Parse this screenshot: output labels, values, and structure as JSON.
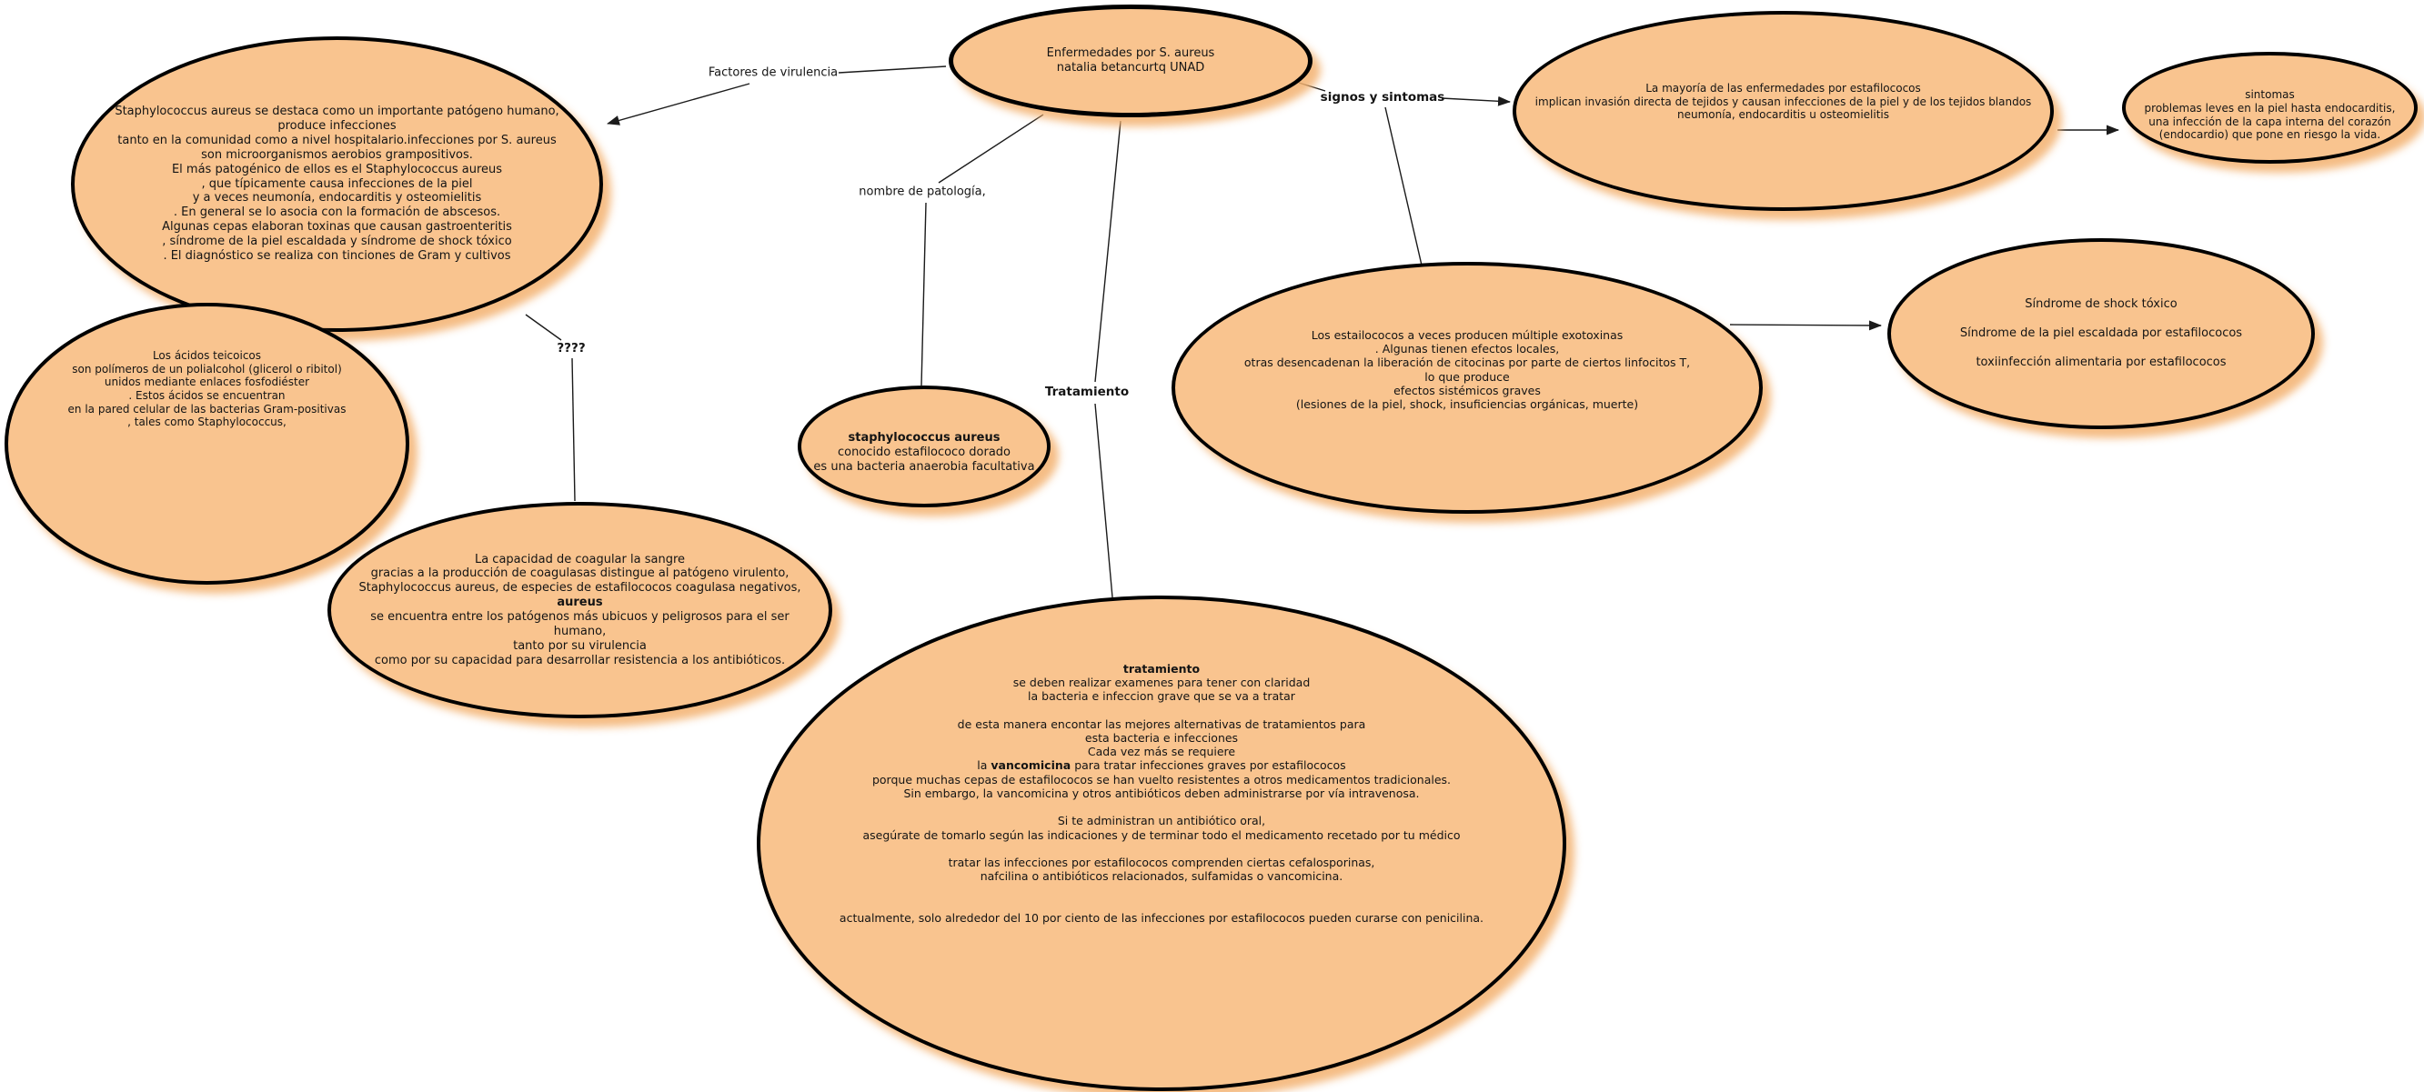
{
  "title": "Enfermedades por S. aureus - mapa conceptual",
  "colors": {
    "node_fill": "#F9C48F",
    "node_border": "#000000",
    "node_shadow": "#F3B270",
    "edge_line": "#1b1b1b",
    "text": "#141414",
    "background": "#ffffff"
  },
  "nodes": {
    "central": {
      "lines": [
        "Enfermedades por S. aureus",
        "natalia betancurtq  UNAD"
      ]
    },
    "left_big": {
      "lines": [
        "Staphylococcus aureus se destaca como un importante patógeno humano,",
        "produce infecciones",
        "tanto en la comunidad como a nivel hospitalario.infecciones por S. aureus",
        "son microorganismos aerobios grampositivos.",
        "El más patogénico de ellos es el Staphylococcus aureus",
        ", que típicamente causa infecciones de la piel",
        "y a veces neumonía, endocarditis y osteomielitis",
        ". En general se lo asocia con la formación de abscesos.",
        "Algunas cepas elaboran toxinas que causan gastroenteritis",
        ", síndrome de la piel escaldada y síndrome de shock tóxico",
        ". El diagnóstico se realiza con tinciones de Gram y cultivos"
      ]
    },
    "teicoicos": {
      "lines": [
        "Los ácidos teicoicos",
        "son polímeros de un polialcohol (glicerol o ribitol)",
        "unidos mediante enlaces fosfodiéster",
        ". Estos ácidos se encuentran",
        "en la pared celular de las bacterias Gram-positivas",
        ", tales como Staphylococcus,"
      ]
    },
    "coagular": {
      "lines": [
        "La capacidad de coagular la sangre",
        "gracias a la producción de coagulasas distingue al patógeno virulento,",
        "Staphylococcus aureus, de especies de estafilococos coagulasa negativos,",
        [
          {
            "t": "aureus",
            "b": true
          }
        ],
        "se encuentra entre los patógenos más ubicuos y peligrosos para el ser humano,",
        "tanto por su virulencia",
        "como por su capacidad para desarrollar resistencia a los antibióticos."
      ]
    },
    "staph_small": {
      "lines": [
        [
          {
            "t": "staphylococcus aureus",
            "b": true
          }
        ],
        "conocido estafilococo dorado",
        "es una bacteria anaerobia facultativa"
      ]
    },
    "tratamiento_big": {
      "lines": [
        [
          {
            "t": "tratamiento",
            "b": true
          }
        ],
        "se deben realizar examenes para tener con  claridad",
        "la bacteria e infeccion grave  que se va a tratar",
        "",
        "de esta manera encontar las mejores alternativas de tratamientos para",
        "esta bacteria e infecciones",
        "Cada vez más se requiere",
        [
          {
            "t": "la ",
            "b": false
          },
          {
            "t": "vancomicina",
            "b": true
          },
          {
            "t": " para tratar infecciones graves por estafilococos",
            "b": false
          }
        ],
        "porque muchas cepas de estafilococos se han vuelto resistentes a otros medicamentos tradicionales.",
        "Sin embargo, la vancomicina y otros antibióticos deben administrarse por vía intravenosa.",
        "",
        "Si te administran un antibiótico oral,",
        "asegúrate de tomarlo según las indicaciones y de terminar todo el medicamento recetado por tu médico",
        "",
        "tratar las infecciones por estafilococos comprenden ciertas cefalosporinas,",
        "nafcilina o antibióticos relacionados, sulfamidas o vancomicina.",
        "",
        "",
        "actualmente, solo alrededor del 10 por ciento de las infecciones por estafilococos pueden curarse con penicilina."
      ]
    },
    "estailococos": {
      "lines": [
        "Los estailococos a veces producen múltiple exotoxinas",
        ". Algunas tienen efectos locales,",
        "otras desencadenan la liberación de citocinas por parte de ciertos linfocitos T,",
        "lo que produce",
        "efectos sistémicos graves",
        "(lesiones de la piel, shock, insuficiencias orgánicas, muerte)"
      ]
    },
    "mayoria": {
      "lines": [
        "La mayoría de las enfermedades por estafilococos",
        "implican invasión directa de tejidos y causan infecciones de la piel y de los tejidos blandos",
        "neumonía, endocarditis u osteomielitis"
      ]
    },
    "sintomas": {
      "lines": [
        "sintomas",
        "problemas leves en la piel hasta endocarditis,",
        "una infección de la capa interna del corazón",
        "(endocardio) que pone en riesgo la vida."
      ]
    },
    "sindrome": {
      "lines": [
        "Síndrome de shock tóxico",
        "",
        "Síndrome de la piel escaldada por estafilococos",
        "",
        "toxiinfección alimentaria por estafilococos"
      ]
    }
  },
  "edge_labels": {
    "factores": "Factores de virulencia",
    "nombre": "nombre de patología,",
    "interrogantes": "????",
    "tratamiento": "Tratamiento",
    "signos": "signos y sintomas"
  }
}
